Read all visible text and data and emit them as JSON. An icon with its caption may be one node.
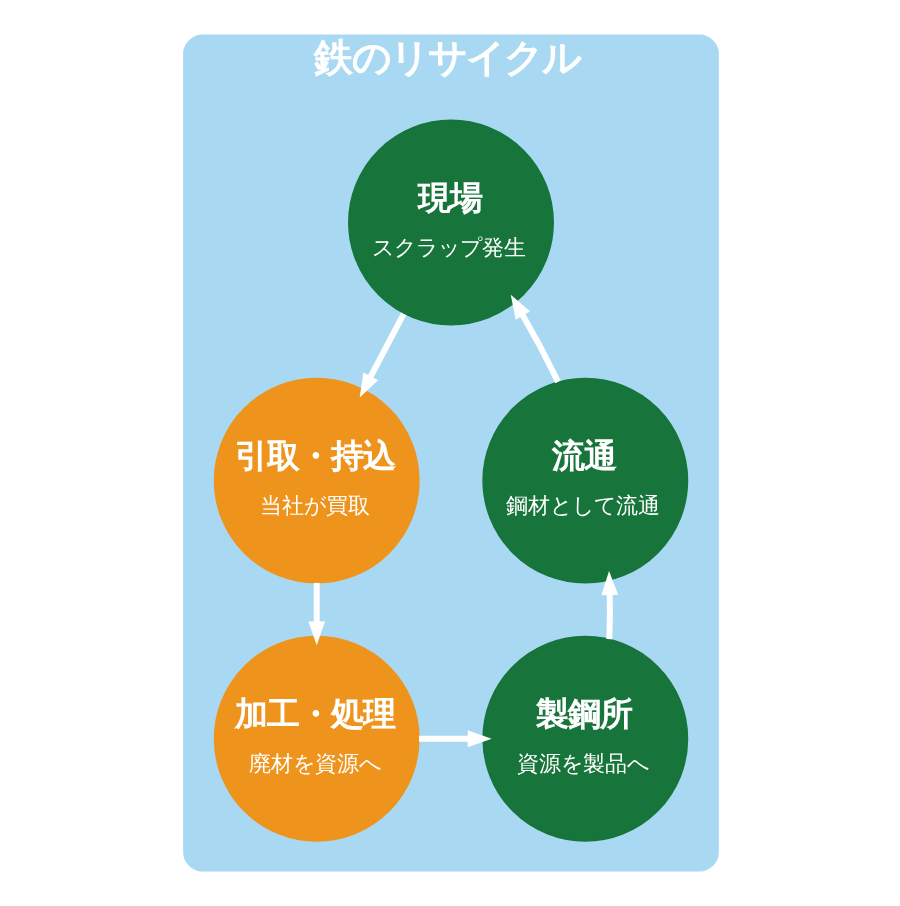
{
  "diagram": {
    "nodes": [
      {
        "text": [
          "鉄のリサイクル"
        ]
      },
      {
        "text": [
          "現場",
          "スクラップ発生"
        ],
        "in": 0
      },
      {
        "text": [
          "引取・持込",
          "当社が買取"
        ],
        "in": 0
      },
      {
        "text": [
          "加工・処理",
          "廃材を資源へ"
        ],
        "in": 0
      },
      {
        "text": [
          "製鋼所",
          "資源を製品へ"
        ],
        "in": 0
      },
      {
        "text": [
          "流通",
          "鋼材として流通"
        ],
        "in": 0
      }
    ],
    "edges": [
      {
        "from": 1,
        "to": 2,
        "arrow": "to"
      },
      {
        "from": 2,
        "to": 3,
        "arrow": "to"
      },
      {
        "from": 3,
        "to": 4,
        "arrow": "to"
      },
      {
        "from": 4,
        "to": 5,
        "arrow": "to"
      },
      {
        "from": 5,
        "to": 1,
        "arrow": "to"
      }
    ]
  }
}
